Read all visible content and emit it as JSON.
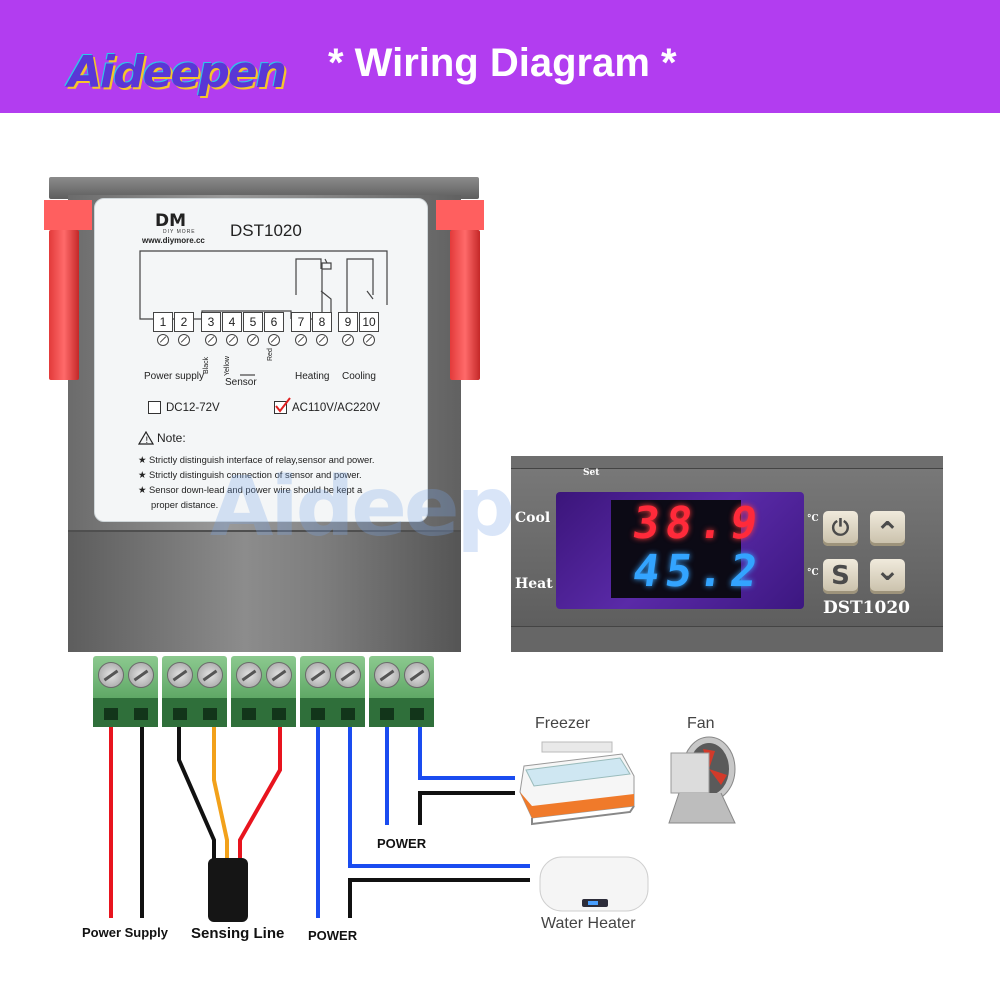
{
  "header": {
    "brand": "Aideepen",
    "title": "* Wiring Diagram *",
    "background_color": "#b23df0"
  },
  "watermark": "Aideepen",
  "controller_label": {
    "logo": "DM",
    "logo_sub": "DIY MORE",
    "url": "www.diymore.cc",
    "model": "DST1020",
    "terminals": [
      "1",
      "2",
      "3",
      "4",
      "5",
      "6",
      "7",
      "8",
      "9",
      "10"
    ],
    "wire_colors": [
      "Black",
      "Yellow",
      "Red"
    ],
    "groups": [
      "Power supply",
      "Sensor",
      "Heating",
      "Cooling"
    ],
    "voltage_options": [
      {
        "label": "DC12-72V",
        "checked": false
      },
      {
        "label": "AC110V/AC220V",
        "checked": true
      }
    ],
    "note_title": "Note:",
    "notes": [
      "★ Strictly distinguish interface of relay,sensor and power.",
      "★ Strictly distinguish connection of sensor and power.",
      "★ Sensor down-lead and power wire should be kept a",
      "proper distance."
    ]
  },
  "display_unit": {
    "set_label": "Set",
    "cool_label": "Cool",
    "heat_label": "Heat",
    "cool_value": "38.9",
    "heat_value": "45.2",
    "unit": "°C",
    "model": "DST1020",
    "buttons": [
      {
        "name": "power",
        "symbol": "⏻"
      },
      {
        "name": "up",
        "symbol": "⌃"
      },
      {
        "name": "set",
        "symbol": "S"
      },
      {
        "name": "down",
        "symbol": "⌄"
      }
    ]
  },
  "captions": {
    "power_supply": "Power Supply",
    "sensing_line": "Sensing Line",
    "power_left": "POWER",
    "power_mid": "POWER",
    "freezer": "Freezer",
    "fan": "Fan",
    "water_heater": "Water Heater"
  },
  "colors": {
    "wire_red": "#e8141e",
    "wire_black": "#111111",
    "wire_yellow": "#f2a11a",
    "wire_blue": "#1a4cf0",
    "terminal_green": "#5fa866"
  }
}
